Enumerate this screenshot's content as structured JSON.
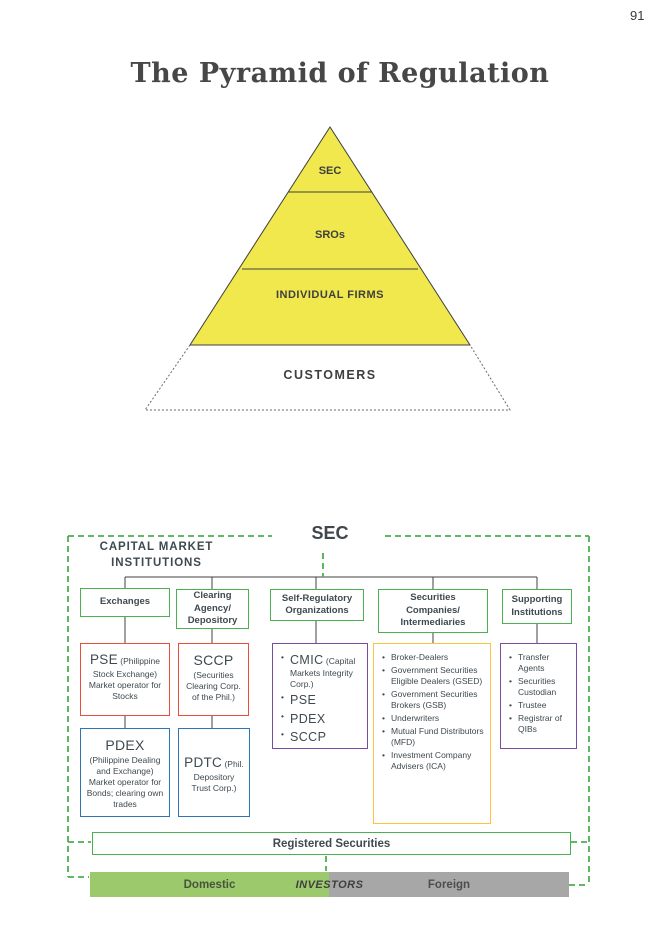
{
  "page": {
    "number": "91",
    "title": "The Pyramid of Regulation"
  },
  "pyramid": {
    "labels": [
      "SEC",
      "SROs",
      "INDIVIDUAL FIRMS",
      "CUSTOMERS"
    ],
    "fill_color": "#F0E84D",
    "outline_color": "#3F3F3F"
  },
  "diagram": {
    "heading": "SEC",
    "group_label": {
      "line1": "CAPITAL MARKET",
      "line2": "INSTITUTIONS"
    },
    "columns": [
      {
        "header": "Exchanges",
        "boxes": [
          {
            "acronym": "PSE",
            "detail": "(Philippine Stock Exchange) Market operator for Stocks"
          },
          {
            "acronym": "PDEX",
            "detail": "(Philippine Dealing and Exchange) Market operator for Bonds; clearing own trades"
          }
        ]
      },
      {
        "header": "Clearing Agency/ Depository",
        "boxes": [
          {
            "acronym": "SCCP",
            "detail": "(Securities Clearing Corp. of the Phil.)"
          },
          {
            "acronym": "PDTC",
            "detail": "(Phil. Depository Trust Corp.)"
          }
        ]
      },
      {
        "header": "Self-Regulatory Organizations",
        "items": [
          {
            "acronym": "CMIC",
            "detail": "(Capital Markets Integrity Corp.)"
          },
          {
            "acronym": "PSE"
          },
          {
            "acronym": "PDEX"
          },
          {
            "acronym": "SCCP"
          }
        ]
      },
      {
        "header": "Securities Companies/ Intermediaries",
        "items": [
          "Broker-Dealers",
          "Government Securities Eligible Dealers (GSED)",
          "Government Securities Brokers (GSB)",
          "Underwriters",
          "Mutual Fund Distributors (MFD)",
          "Investment Company Advisers (ICA)"
        ]
      },
      {
        "header": "Supporting Institutions",
        "items": [
          "Transfer Agents",
          "Securities Custodian",
          "Trustee",
          "Registrar of QIBs"
        ]
      }
    ],
    "registered_securities": "Registered Securities",
    "investors": {
      "label": "INVESTORS",
      "domestic": "Domestic",
      "foreign": "Foreign"
    }
  },
  "colors": {
    "accent_green": "#4CAF50",
    "box_red": "#E8503B",
    "box_blue": "#2E75B6",
    "box_purple": "#7B4BA0",
    "box_gold": "#FFC23B",
    "pyramid_yellow": "#F0E84D",
    "domestic_green": "#9CC96C",
    "foreign_gray": "#A7A7A7",
    "text_ink": "#3E4A50"
  }
}
